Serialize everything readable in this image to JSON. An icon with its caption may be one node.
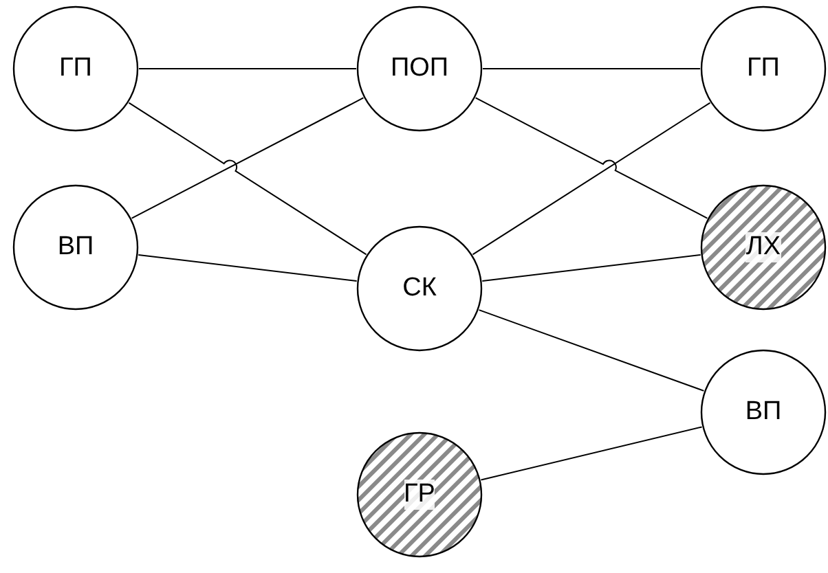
{
  "diagram": {
    "nodes": [
      {
        "text": [
          "ГП"
        ]
      },
      {
        "text": [
          "ПОП"
        ]
      },
      {
        "text": [
          "ГП"
        ]
      },
      {
        "text": [
          "ВП"
        ]
      },
      {
        "text": [
          "СК"
        ]
      },
      {
        "text": [
          "ЛХ"
        ]
      },
      {
        "text": [
          "ВП"
        ]
      },
      {
        "text": [
          "ГР"
        ]
      }
    ],
    "edges": [
      {
        "from": 0,
        "to": 1,
        "arrow": "none"
      },
      {
        "from": 0,
        "to": 4,
        "arrow": "none"
      },
      {
        "from": 3,
        "to": 1,
        "arrow": "none"
      },
      {
        "from": 3,
        "to": 4,
        "arrow": "none"
      },
      {
        "from": 1,
        "to": 2,
        "arrow": "none"
      },
      {
        "from": 1,
        "to": 5,
        "arrow": "none"
      },
      {
        "from": 4,
        "to": 2,
        "arrow": "none"
      },
      {
        "from": 4,
        "to": 5,
        "arrow": "none"
      },
      {
        "from": 4,
        "to": 6,
        "arrow": "none"
      },
      {
        "from": 7,
        "to": 6,
        "arrow": "none"
      }
    ]
  }
}
